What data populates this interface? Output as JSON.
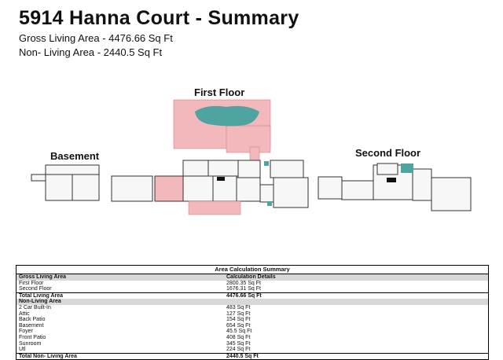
{
  "header": {
    "title": "5914 Hanna Court - Summary",
    "gross_line": "Gross Living Area - 4476.66 Sq Ft",
    "non_living_line": "Non- Living Area - 2440.5 Sq Ft"
  },
  "plans": {
    "first_floor": "First Floor",
    "basement": "Basement",
    "second_floor": "Second Floor"
  },
  "summary": {
    "title": "Area Calculation Summary",
    "gross_header": "Gross Living Area",
    "calc_header": "Calculation Details",
    "gross_rows": [
      {
        "label": "First Floor",
        "value": "2800.35 Sq Ft"
      },
      {
        "label": "Second Floor",
        "value": "1676.31 Sq Ft"
      }
    ],
    "total_living": {
      "label": "Total Living Area",
      "value": "4476.66 Sq Ft"
    },
    "non_living_header": "Non-Living Area",
    "non_living_rows": [
      {
        "label": "2 Car Built-In",
        "value": "483 Sq Ft"
      },
      {
        "label": "Attic",
        "value": "127 Sq Ft"
      },
      {
        "label": "Back Patio",
        "value": "154 Sq Ft"
      },
      {
        "label": "Basement",
        "value": "654 Sq Ft"
      },
      {
        "label": "Foyer",
        "value": "45.5 Sq Ft"
      },
      {
        "label": "Front Patio",
        "value": "408 Sq Ft"
      },
      {
        "label": "Sunroom",
        "value": "345 Sq Ft"
      },
      {
        "label": "Utl",
        "value": "224 Sq Ft"
      }
    ],
    "total_non_living": {
      "label": "Total Non- Living Area",
      "value": "2440.5 Sq Ft"
    }
  },
  "colors": {
    "patio": "#f2b8bc",
    "pool": "#4fa3a0",
    "wall": "#333333"
  }
}
